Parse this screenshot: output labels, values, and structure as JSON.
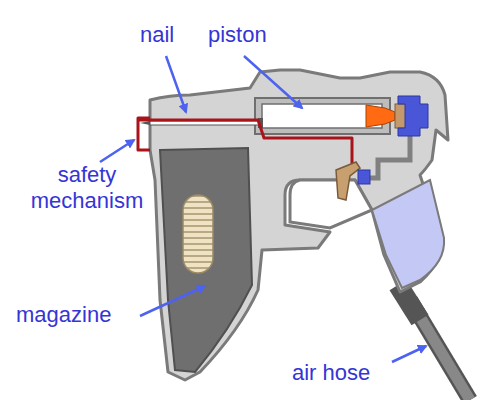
{
  "diagram": {
    "labels": [
      "nail",
      "piston",
      "safety mechanism",
      "magazine",
      "air hose"
    ]
  }
}
